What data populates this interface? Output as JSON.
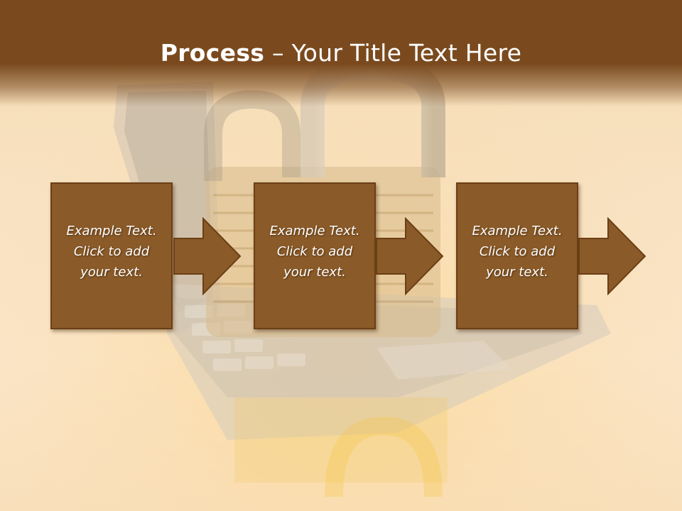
{
  "slide": {
    "title_bold": "Process",
    "title_rest": " – Your Title Text Here",
    "steps": [
      {
        "text_line1": "Example Text.",
        "text_line2": "Click  to add",
        "text_line3": "your text."
      },
      {
        "text_line1": "Example Text.",
        "text_line2": "Click  to add",
        "text_line3": "your text."
      },
      {
        "text_line1": "Example Text.",
        "text_line2": "Click  to add",
        "text_line3": "your text."
      }
    ]
  },
  "colors": {
    "title_band": "#7a4a1e",
    "box_fill": "#8a5a28",
    "box_border": "#6b3f15",
    "text": "#ffffff"
  },
  "icons": {
    "background": "padlock-laptop-image",
    "connector": "right-arrow-icon"
  }
}
